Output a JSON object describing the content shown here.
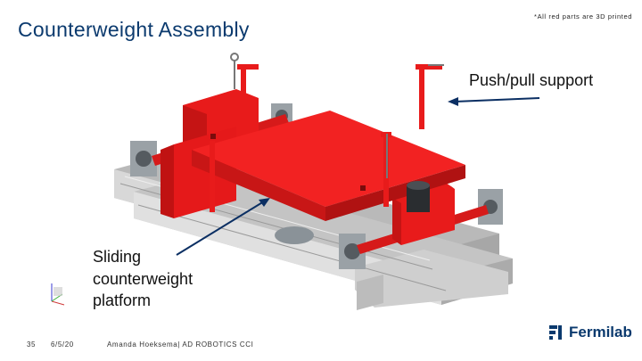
{
  "slide": {
    "title": "Counterweight Assembly",
    "note": "*All red parts are 3D printed"
  },
  "callouts": {
    "push_pull": "Push/pull support",
    "sliding_line1": "Sliding",
    "sliding_line2": "counterweight",
    "sliding_line3": "platform"
  },
  "footer": {
    "page_number": "35",
    "date": "6/5/20",
    "author": "Amanda Hoeksema| AD ROBOTICS CCI",
    "logo_text": "Fermilab"
  },
  "colors": {
    "title": "#0b3a6e",
    "part_red": "#e81b1b",
    "rail_gray": "#c9c9c9",
    "arrow": "#0b2f63"
  }
}
